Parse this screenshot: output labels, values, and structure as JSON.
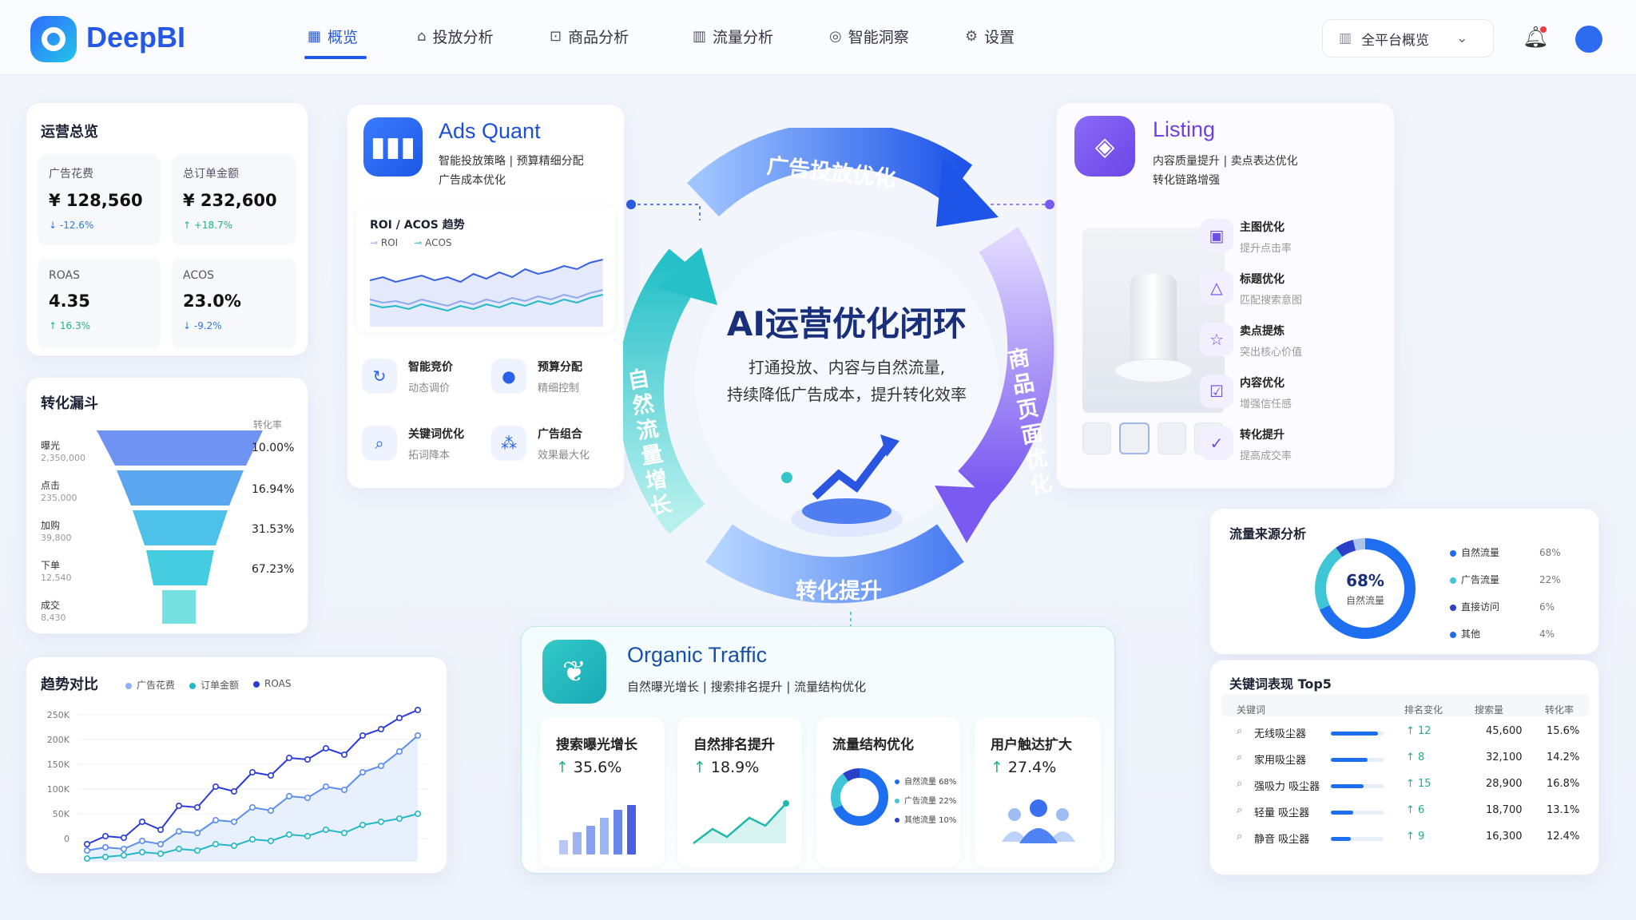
{
  "app": {
    "name": "DeepBI"
  },
  "nav": {
    "items": [
      {
        "label": "概览",
        "icon": "grid-icon",
        "active": true
      },
      {
        "label": "投放分析",
        "icon": "box-icon"
      },
      {
        "label": "商品分析",
        "icon": "bag-icon"
      },
      {
        "label": "流量分析",
        "icon": "bars-icon"
      },
      {
        "label": "智能洞察",
        "icon": "bulb-icon"
      },
      {
        "label": "设置",
        "icon": "gear-icon"
      }
    ],
    "platform": "全平台概览"
  },
  "overview": {
    "title": "运营总览",
    "metrics": [
      {
        "label": "广告花费",
        "value": "¥ 128,560",
        "change": "↓ -12.6%",
        "dir": "down"
      },
      {
        "label": "总订单金额",
        "value": "¥ 232,600",
        "change": "↑ +18.7%",
        "dir": "up"
      },
      {
        "label": "ROAS",
        "value": "4.35",
        "change": "↑ 16.3%",
        "dir": "up"
      },
      {
        "label": "ACOS",
        "value": "23.0%",
        "change": "↓ -9.2%",
        "dir": "down"
      }
    ]
  },
  "funnel": {
    "title": "转化漏斗",
    "rate_header": "转化率",
    "stages": [
      {
        "name": "曝光",
        "count": "2,350,000",
        "rate": "10.00%"
      },
      {
        "name": "点击",
        "count": "235,000",
        "rate": "16.94%"
      },
      {
        "name": "加购",
        "count": "39,800",
        "rate": "31.53%"
      },
      {
        "name": "下单",
        "count": "12,540",
        "rate": "67.23%"
      },
      {
        "name": "成交",
        "count": "8,430",
        "rate": ""
      }
    ]
  },
  "trend": {
    "title": "趋势对比",
    "legend": [
      "广告花费",
      "订单金额",
      "ROAS"
    ],
    "colors": [
      "#5b8def",
      "#22b8c7",
      "#2b3bd8"
    ],
    "yticks": [
      "250K",
      "200K",
      "150K",
      "100K",
      "50K",
      "0"
    ]
  },
  "ads": {
    "title": "Ads Quant",
    "sub1": "智能投放策略 | 预算精细分配",
    "sub2": "广告成本优化",
    "chart_title": "ROI / ACOS 趋势",
    "legend": [
      "ROI",
      "ACOS"
    ],
    "features": [
      {
        "title": "智能竞价",
        "sub": "动态调价",
        "icon": "bid-icon"
      },
      {
        "title": "预算分配",
        "sub": "精细控制",
        "icon": "budget-icon"
      },
      {
        "title": "关键词优化",
        "sub": "拓词降本",
        "icon": "search-icon"
      },
      {
        "title": "广告组合",
        "sub": "效果最大化",
        "icon": "group-icon"
      }
    ]
  },
  "loop": {
    "title": "AI运营优化闭环",
    "line1": "打通投放、内容与自然流量,",
    "line2": "持续降低广告成本，提升转化效率",
    "top": "广告投放优化",
    "right": "商品页面优化",
    "bottom": "转化提升",
    "left": "自然流量增长"
  },
  "listing": {
    "title": "Listing",
    "sub1": "内容质量提升 | 卖点表达优化",
    "sub2": "转化链路增强",
    "items": [
      {
        "title": "主图优化",
        "sub": "提升点击率",
        "icon": "image-icon"
      },
      {
        "title": "标题优化",
        "sub": "匹配搜索意图",
        "icon": "title-icon"
      },
      {
        "title": "卖点提炼",
        "sub": "突出核心价值",
        "icon": "star-icon"
      },
      {
        "title": "内容优化",
        "sub": "增强信任感",
        "icon": "content-icon"
      },
      {
        "title": "转化提升",
        "sub": "提高成交率",
        "icon": "check-icon"
      }
    ]
  },
  "traffic_source": {
    "title": "流量来源分析",
    "center_value": "68%",
    "center_label": "自然流量",
    "items": [
      {
        "name": "自然流量",
        "pct": "68%",
        "value": 68,
        "color": "#1e6ff0"
      },
      {
        "name": "广告流量",
        "pct": "22%",
        "value": 22,
        "color": "#3fc6d6"
      },
      {
        "name": "直接访问",
        "pct": "6%",
        "value": 6,
        "color": "#2a40c8"
      },
      {
        "name": "其他",
        "pct": "4%",
        "value": 4,
        "color": "#a9c4e8"
      }
    ]
  },
  "keywords": {
    "title": "关键词表现 Top5",
    "headers": [
      "关键词",
      "排名变化",
      "搜索量",
      "转化率"
    ],
    "rows": [
      {
        "kw": "无线吸尘器",
        "rank": "↑ 12",
        "vol": "45,600",
        "cvr": "15.6%",
        "bar": 0.9
      },
      {
        "kw": "家用吸尘器",
        "rank": "↑ 8",
        "vol": "32,100",
        "cvr": "14.2%",
        "bar": 0.7
      },
      {
        "kw": "强吸力 吸尘器",
        "rank": "↑ 15",
        "vol": "28,900",
        "cvr": "16.8%",
        "bar": 0.62
      },
      {
        "kw": "轻量 吸尘器",
        "rank": "↑ 6",
        "vol": "18,700",
        "cvr": "13.1%",
        "bar": 0.42
      },
      {
        "kw": "静音 吸尘器",
        "rank": "↑ 9",
        "vol": "16,300",
        "cvr": "12.4%",
        "bar": 0.38
      }
    ]
  },
  "organic": {
    "title": "Organic Traffic",
    "sub": "自然曝光增长 | 搜索排名提升 | 流量结构优化",
    "stats": [
      {
        "title": "搜索曝光增长",
        "value": "35.6%"
      },
      {
        "title": "自然排名提升",
        "value": "18.9%"
      },
      {
        "title": "流量结构优化",
        "value": ""
      },
      {
        "title": "用户触达扩大",
        "value": "27.4%"
      }
    ],
    "donut_legend": [
      {
        "label": "自然流量 68%",
        "value": 68,
        "color": "#1e6ff0"
      },
      {
        "label": "广告流量 22%",
        "value": 22,
        "color": "#3fc6d6"
      },
      {
        "label": "其他流量 10%",
        "value": 10,
        "color": "#2a40c8"
      }
    ]
  }
}
